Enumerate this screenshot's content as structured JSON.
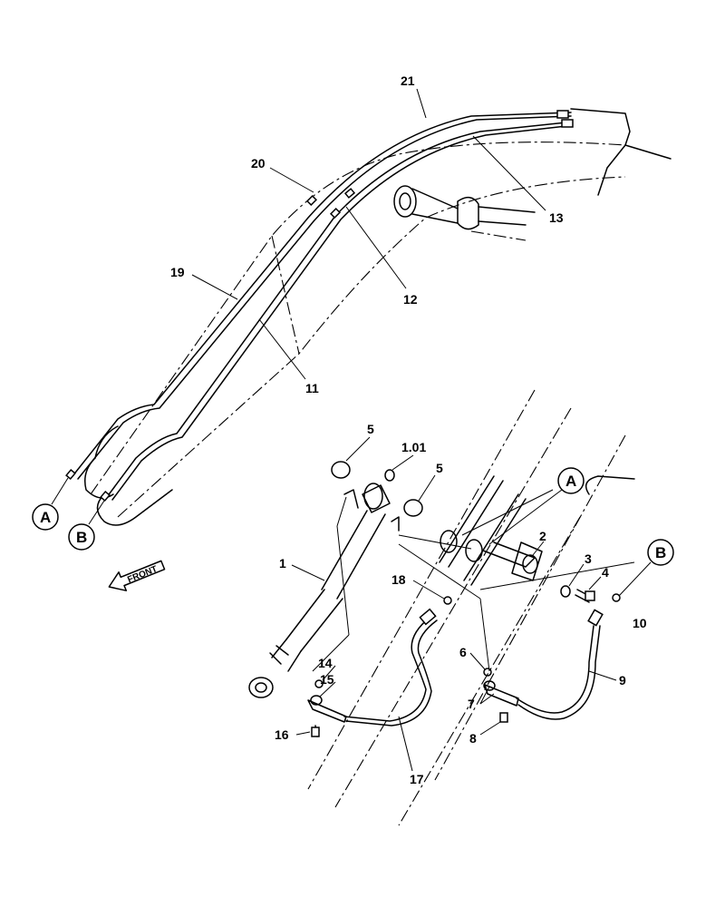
{
  "labels": {
    "p21": "21",
    "p20": "20",
    "p13": "13",
    "p12": "12",
    "p19": "19",
    "p11": "11",
    "p5a": "5",
    "p101": "1.01",
    "p5b": "5",
    "p1": "1",
    "p2": "2",
    "p3": "3",
    "p4": "4",
    "p10": "10",
    "p18": "18",
    "p6": "6",
    "p14": "14",
    "p15": "15",
    "p16": "16",
    "p7": "7",
    "p8": "8",
    "p9": "9",
    "p17": "17"
  },
  "callouts": {
    "a_left": "A",
    "b_left": "B",
    "a_right": "A",
    "b_right": "B"
  },
  "front_arrow": "FRONT"
}
